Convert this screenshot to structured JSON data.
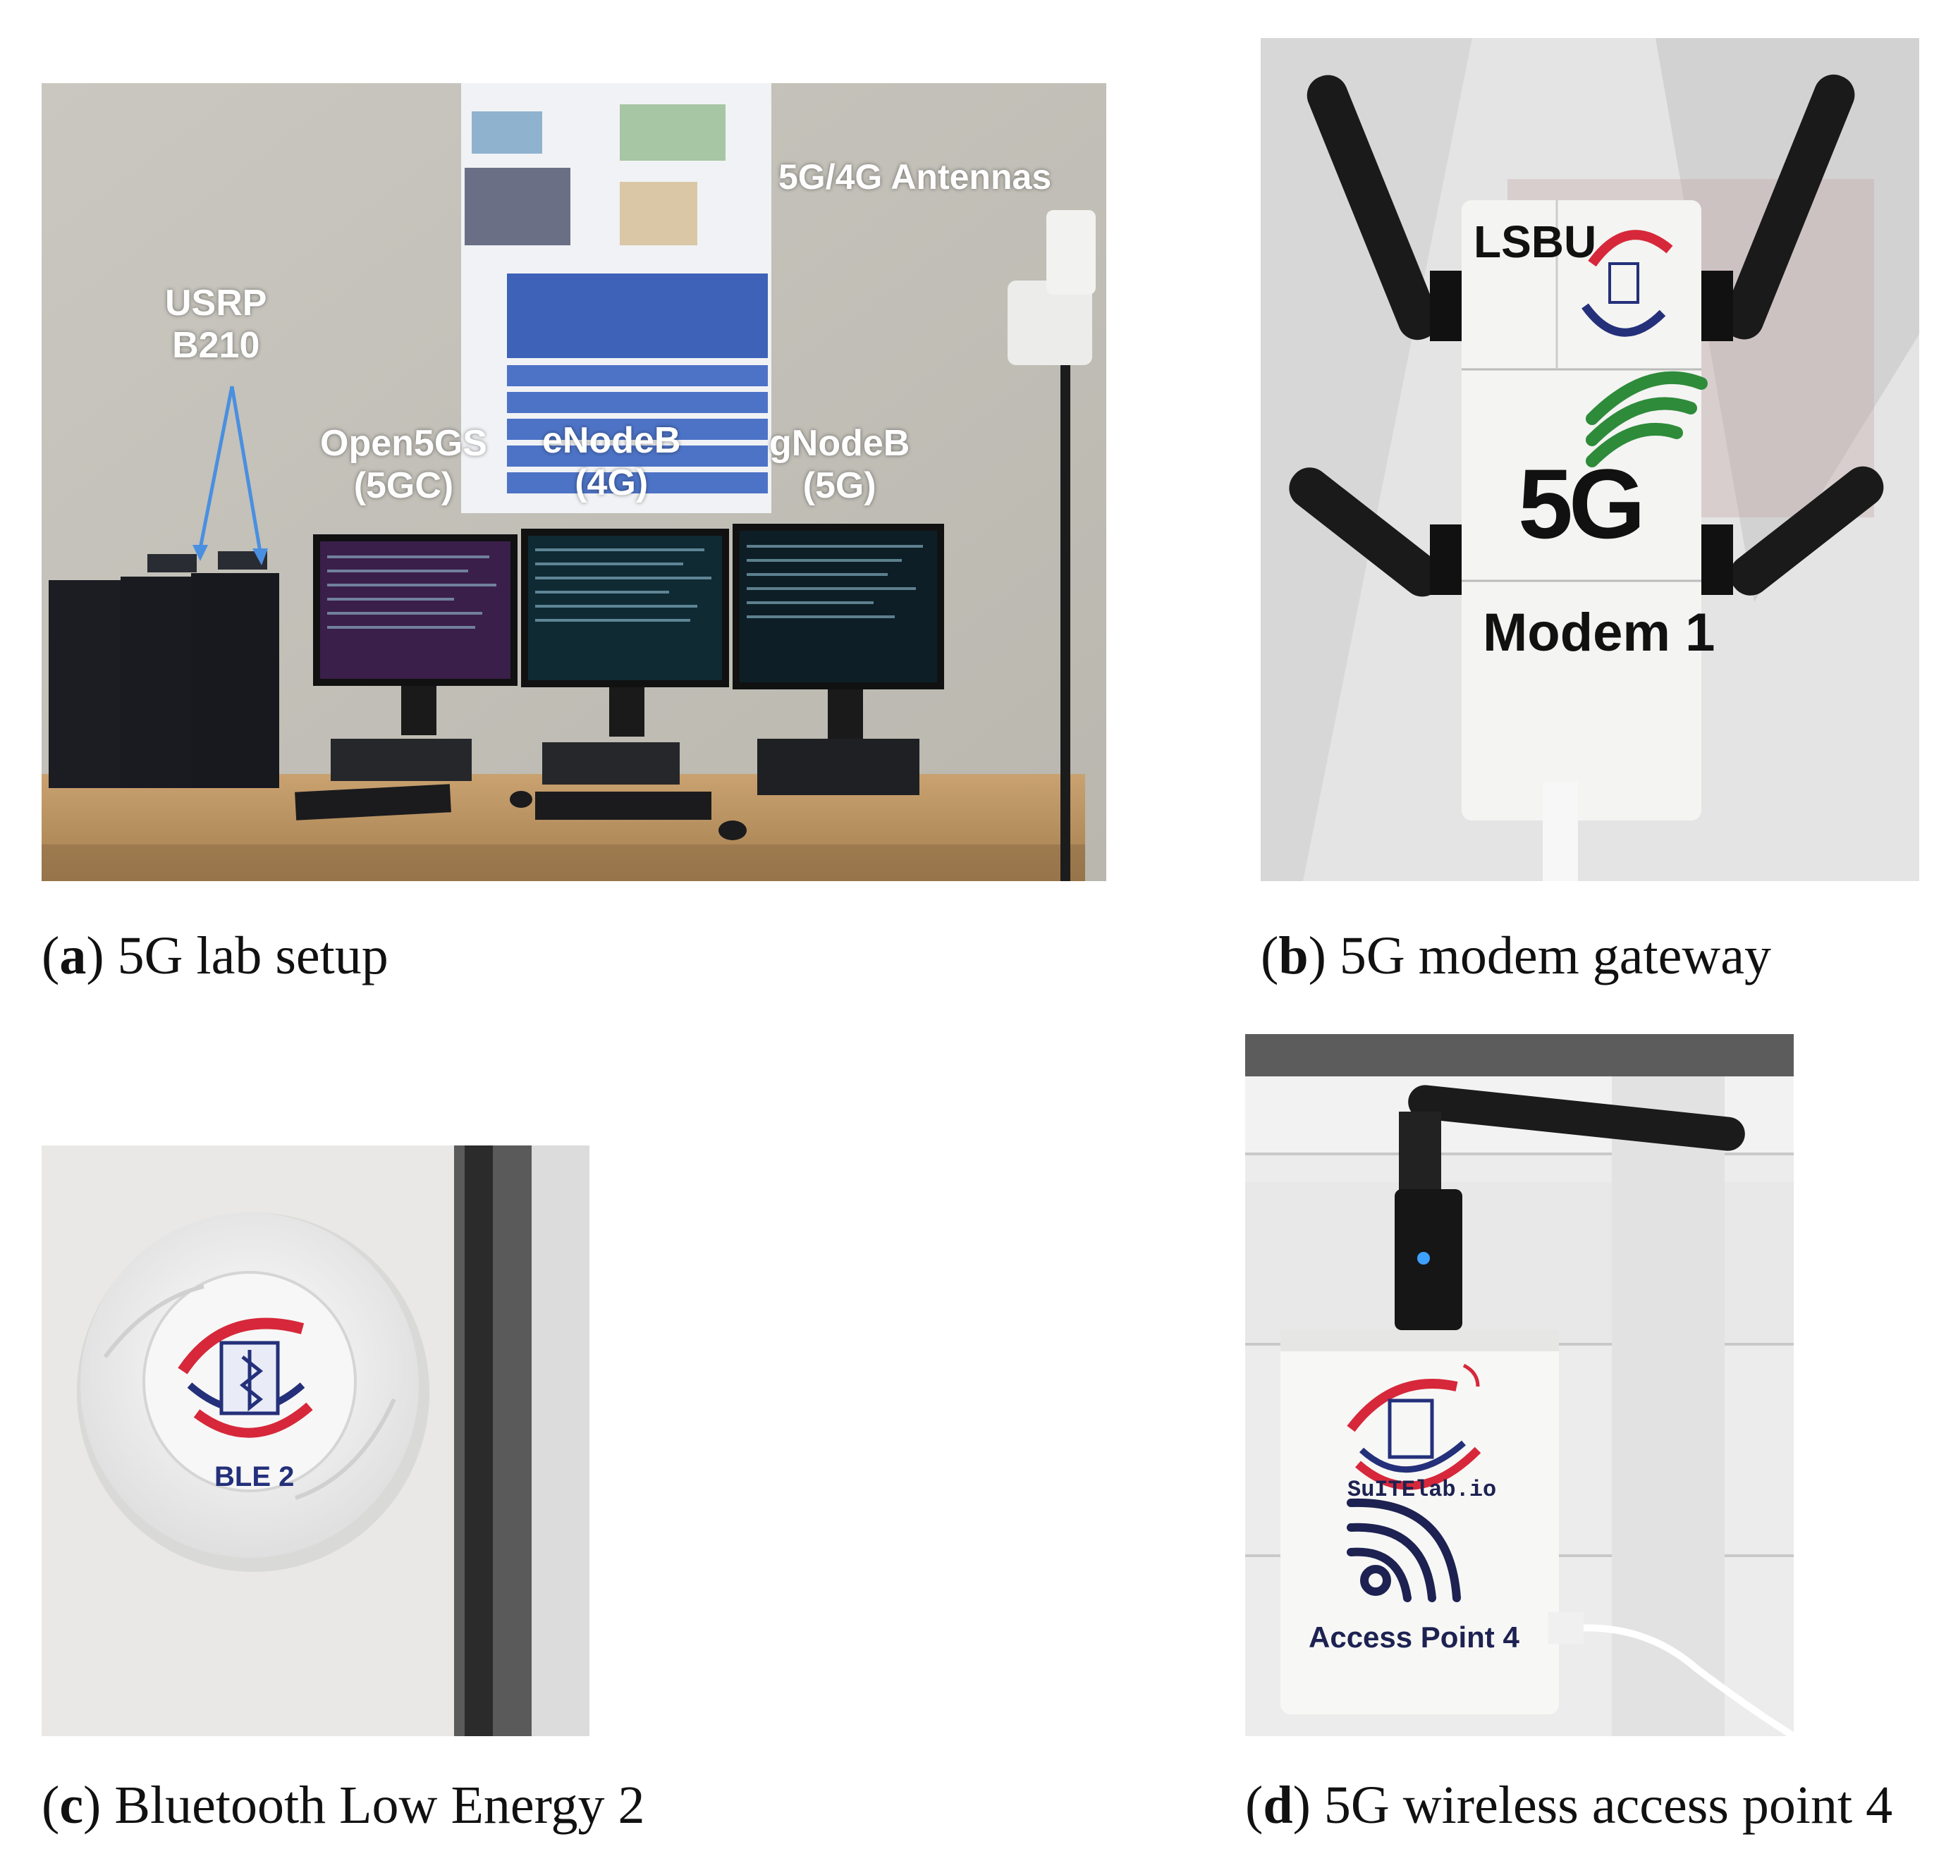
{
  "panels": {
    "a": {
      "caption_letter": "a",
      "caption_text": "5G lab setup",
      "labels": {
        "usrp_line1": "USRP",
        "usrp_line2": "B210",
        "open5gs_line1": "Open5GS",
        "open5gs_line2": "(5GC)",
        "enodeb_line1": "eNodeB",
        "enodeb_line2": "(4G)",
        "gnodeb_line1": "gNodeB",
        "gnodeb_line2": "(5G)",
        "antennas": "5G/4G Antennas"
      }
    },
    "b": {
      "caption_letter": "b",
      "caption_text": "5G modem gateway",
      "labels": {
        "brand": "LSBU",
        "network": "5G",
        "device": "Modem 1"
      }
    },
    "c": {
      "caption_letter": "c",
      "caption_text": "Bluetooth Low Energy 2",
      "labels": {
        "device": "BLE 2"
      }
    },
    "d": {
      "caption_letter": "d",
      "caption_text": "5G wireless access point 4",
      "labels": {
        "site": "SuITElab.io",
        "device": "Access Point 4"
      }
    }
  },
  "colors": {
    "arrow_blue": "#4a8fe0",
    "logo_red": "#d6283a",
    "logo_navy": "#24307a",
    "signal_green": "#2e8b3a"
  }
}
